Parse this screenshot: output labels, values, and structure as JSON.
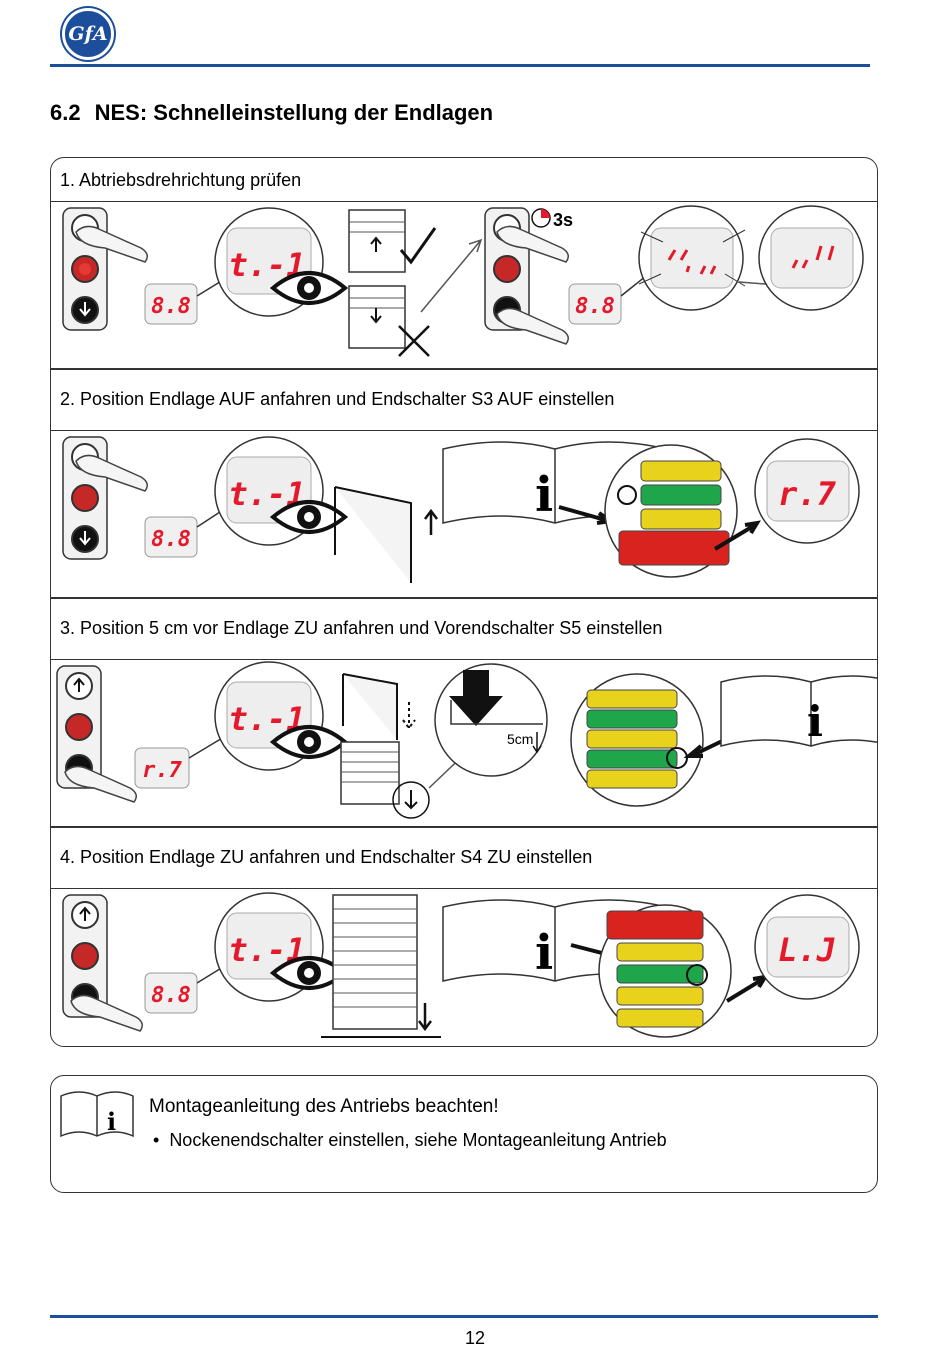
{
  "header": {
    "logo_text": "GfA",
    "brand_color": "#1d4e9b"
  },
  "section": {
    "number": "6.2",
    "title": "NES: Schnelleinstellung der Endlagen"
  },
  "steps": [
    {
      "label": "1. Abtriebsdrehrichtung prüfen"
    },
    {
      "label": "2. Position Endlage AUF anfahren und Endschalter S3 AUF einstellen"
    },
    {
      "label": "3. Position 5 cm vor Endlage ZU anfahren und Vorendschalter S5 einstellen"
    },
    {
      "label": "4. Position Endlage ZU anfahren und Endschalter S4 ZU einstellen"
    }
  ],
  "figure": {
    "timer_label": "3s",
    "distance_label": "5cm",
    "display_small_1": "8.8",
    "display_small_3": "r.7",
    "display_value_shown": "t.-1",
    "display_done_up": "r.7",
    "display_done_down": "L.J",
    "info_glyph": "i",
    "display_color": "#e4192b",
    "cam_colors": [
      "#e8d21c",
      "#1fa64b",
      "#d8231f"
    ]
  },
  "note": {
    "title": "Montageanleitung des Antriebs beachten!",
    "bullet": "Nockenendschalter einstellen, siehe Montageanleitung Antrieb",
    "bullet_symbol": "•"
  },
  "footer": {
    "page_number": "12"
  }
}
